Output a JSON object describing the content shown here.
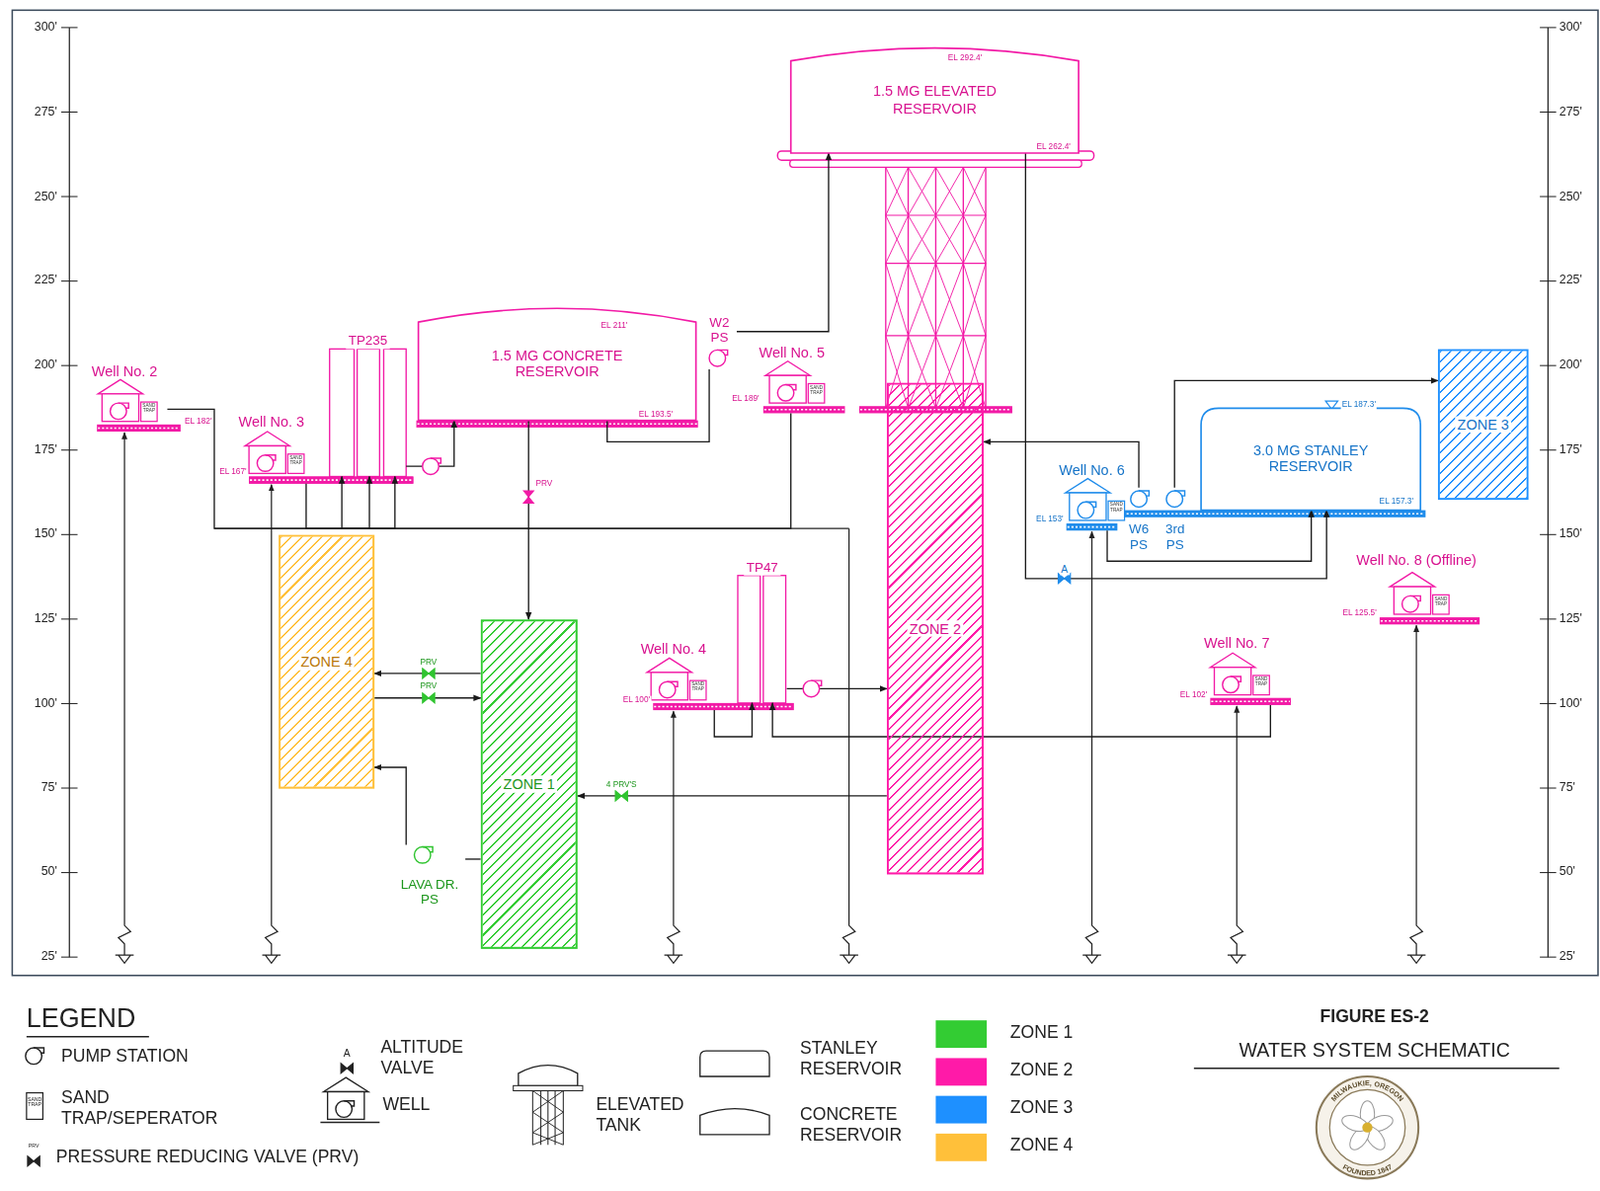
{
  "diagram": {
    "title": "FIGURE ES-2",
    "caption": "WATER SYSTEM SCHEMATIC",
    "nodes": [
      {
        "text": [
          "1.5 MG ELEVATED RESERVOIR"
        ]
      },
      {
        "text": [
          "1.5 MG CONCRETE RESERVOIR"
        ]
      },
      {
        "text": [
          "3.0 MG STANLEY RESERVOIR"
        ]
      },
      {
        "text": [
          "TP235"
        ]
      },
      {
        "text": [
          "TP47"
        ]
      },
      {
        "text": [
          "Well No. 2"
        ]
      },
      {
        "text": [
          "Well No. 3"
        ]
      },
      {
        "text": [
          "Well No. 5"
        ]
      },
      {
        "text": [
          "Well No. 4"
        ]
      },
      {
        "text": [
          "Well No. 6"
        ]
      },
      {
        "text": [
          "Well No. 7"
        ]
      },
      {
        "text": [
          "Well No. 8 (Offline)"
        ]
      },
      {
        "text": [
          "ZONE 4"
        ]
      },
      {
        "text": [
          "ZONE 1"
        ]
      },
      {
        "text": [
          "ZONE 2"
        ]
      },
      {
        "text": [
          "ZONE 3"
        ]
      },
      {
        "text": [
          "W2 PS"
        ]
      },
      {
        "text": [
          "W6 PS"
        ]
      },
      {
        "text": [
          "3rd PS"
        ]
      },
      {
        "text": [
          "LAVA DR. PS"
        ]
      }
    ],
    "edges": [
      {
        "from": 5,
        "to": 3,
        "arrow": "to"
      },
      {
        "from": 6,
        "to": 3,
        "arrow": "to"
      },
      {
        "from": 7,
        "to": 3,
        "arrow": "to"
      },
      {
        "from": 3,
        "to": 1,
        "arrow": "to"
      },
      {
        "from": 1,
        "to": 16,
        "arrow": "none"
      },
      {
        "from": 16,
        "to": 0,
        "arrow": "to"
      },
      {
        "from": 1,
        "to": 13,
        "label": "PRV",
        "arrow": "to"
      },
      {
        "from": 13,
        "to": 12,
        "label": "PRV",
        "arrow": "to"
      },
      {
        "from": 12,
        "to": 13,
        "label": "PRV",
        "arrow": "to"
      },
      {
        "from": 13,
        "to": 19,
        "arrow": "none"
      },
      {
        "from": 19,
        "to": 12,
        "arrow": "to"
      },
      {
        "from": 14,
        "to": 13,
        "label": "4 PRV'S",
        "arrow": "to"
      },
      {
        "from": 8,
        "to": 4,
        "arrow": "to"
      },
      {
        "from": 10,
        "to": 4,
        "arrow": "to"
      },
      {
        "from": 4,
        "to": 14,
        "arrow": "to"
      },
      {
        "from": 0,
        "to": 2,
        "label": "A",
        "arrow": "to"
      },
      {
        "from": 9,
        "to": 2,
        "arrow": "to"
      },
      {
        "from": 17,
        "to": 14,
        "arrow": "to"
      },
      {
        "from": 18,
        "to": 15,
        "arrow": "to"
      }
    ],
    "labels": [
      "300'",
      "275'",
      "250'",
      "225'",
      "200'",
      "175'",
      "150'",
      "125'",
      "100'",
      "75'",
      "50'",
      "25'",
      "300'",
      "275'",
      "250'",
      "225'",
      "200'",
      "175'",
      "150'",
      "125'",
      "100'",
      "75'",
      "50'",
      "25'",
      "EL 292.4'",
      "EL 262.4'",
      "EL 211'",
      "EL 193.5'",
      "EL 182'",
      "EL 167'",
      "EL 189'",
      "EL 100'",
      "EL 153'",
      "EL 102'",
      "EL 125.5'",
      "EL 187.3'",
      "EL 157.3'",
      "SAND TRAP",
      "SAND TRAP",
      "SAND TRAP",
      "SAND TRAP",
      "SAND TRAP",
      "SAND TRAP",
      "SAND TRAP",
      "LEGEND",
      "PRV",
      "A",
      "SAND TRAP",
      "MILWAUKIE, OREGON",
      "FOUNDED 1847"
    ],
    "legend": [
      {
        "text": "PUMP STATION"
      },
      {
        "text": "SAND TRAP/SEPERATOR"
      },
      {
        "text": "PRESSURE REDUCING VALVE (PRV)"
      },
      {
        "text": "ALTITUDE VALVE"
      },
      {
        "text": "WELL"
      },
      {
        "text": "ELEVATED TANK"
      },
      {
        "text": "STANLEY RESERVOIR"
      },
      {
        "text": "CONCRETE RESERVOIR"
      },
      {
        "text": "ZONE 1",
        "color": "#33cc33"
      },
      {
        "text": "ZONE 2",
        "color": "#ff1aa8"
      },
      {
        "text": "ZONE 3",
        "color": "#1e90ff"
      },
      {
        "text": "ZONE 4",
        "color": "#ffc03a"
      }
    ]
  }
}
